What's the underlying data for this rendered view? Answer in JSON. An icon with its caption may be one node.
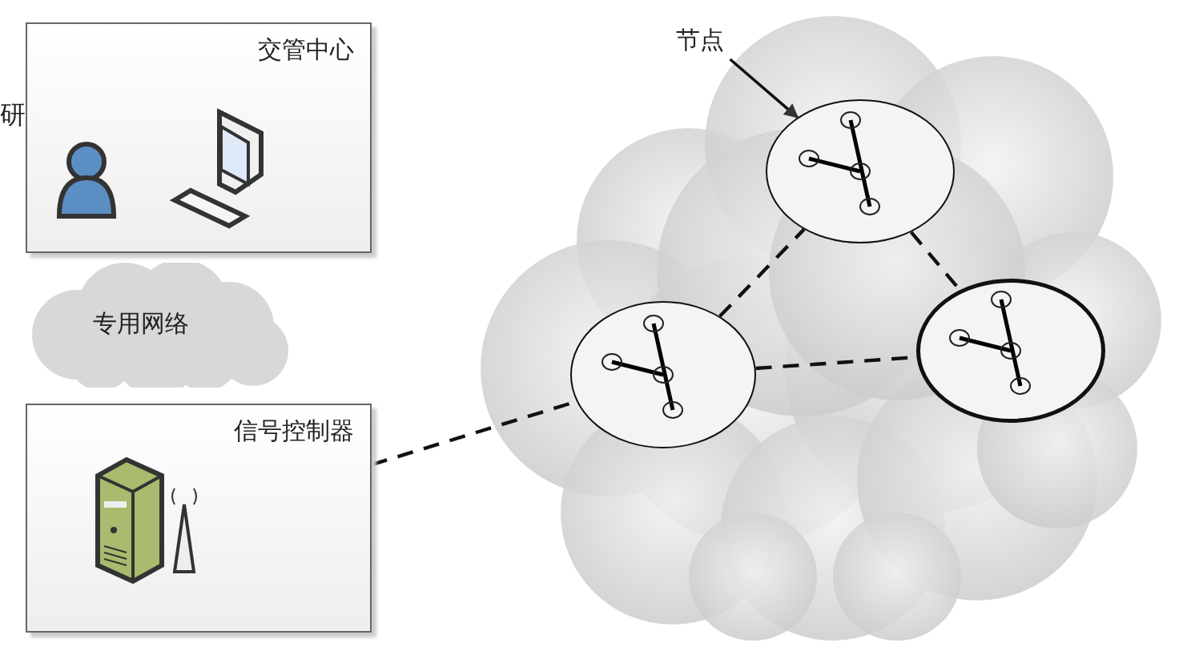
{
  "diagram": {
    "nodes": [
      {
        "text": [
          "交管中心"
        ]
      },
      {
        "text": [
          "专用网络"
        ]
      },
      {
        "text": [
          "信号控制器"
        ]
      },
      {
        "text": [
          "节点"
        ]
      },
      {
        "text": [],
        "shape": "circle"
      },
      {
        "text": [],
        "shape": "circle"
      },
      {
        "text": [],
        "shape": "circle"
      }
    ],
    "edges": [
      {
        "from": 3,
        "to": 5,
        "arrow": "to"
      },
      {
        "from": 2,
        "to": 4,
        "arrow": "none",
        "style": "dashed"
      },
      {
        "from": 4,
        "to": 5,
        "arrow": "none",
        "style": "dashed"
      },
      {
        "from": 5,
        "to": 6,
        "arrow": "none",
        "style": "dashed"
      },
      {
        "from": 4,
        "to": 6,
        "arrow": "none",
        "style": "dashed"
      }
    ],
    "labels": [
      "研"
    ]
  }
}
